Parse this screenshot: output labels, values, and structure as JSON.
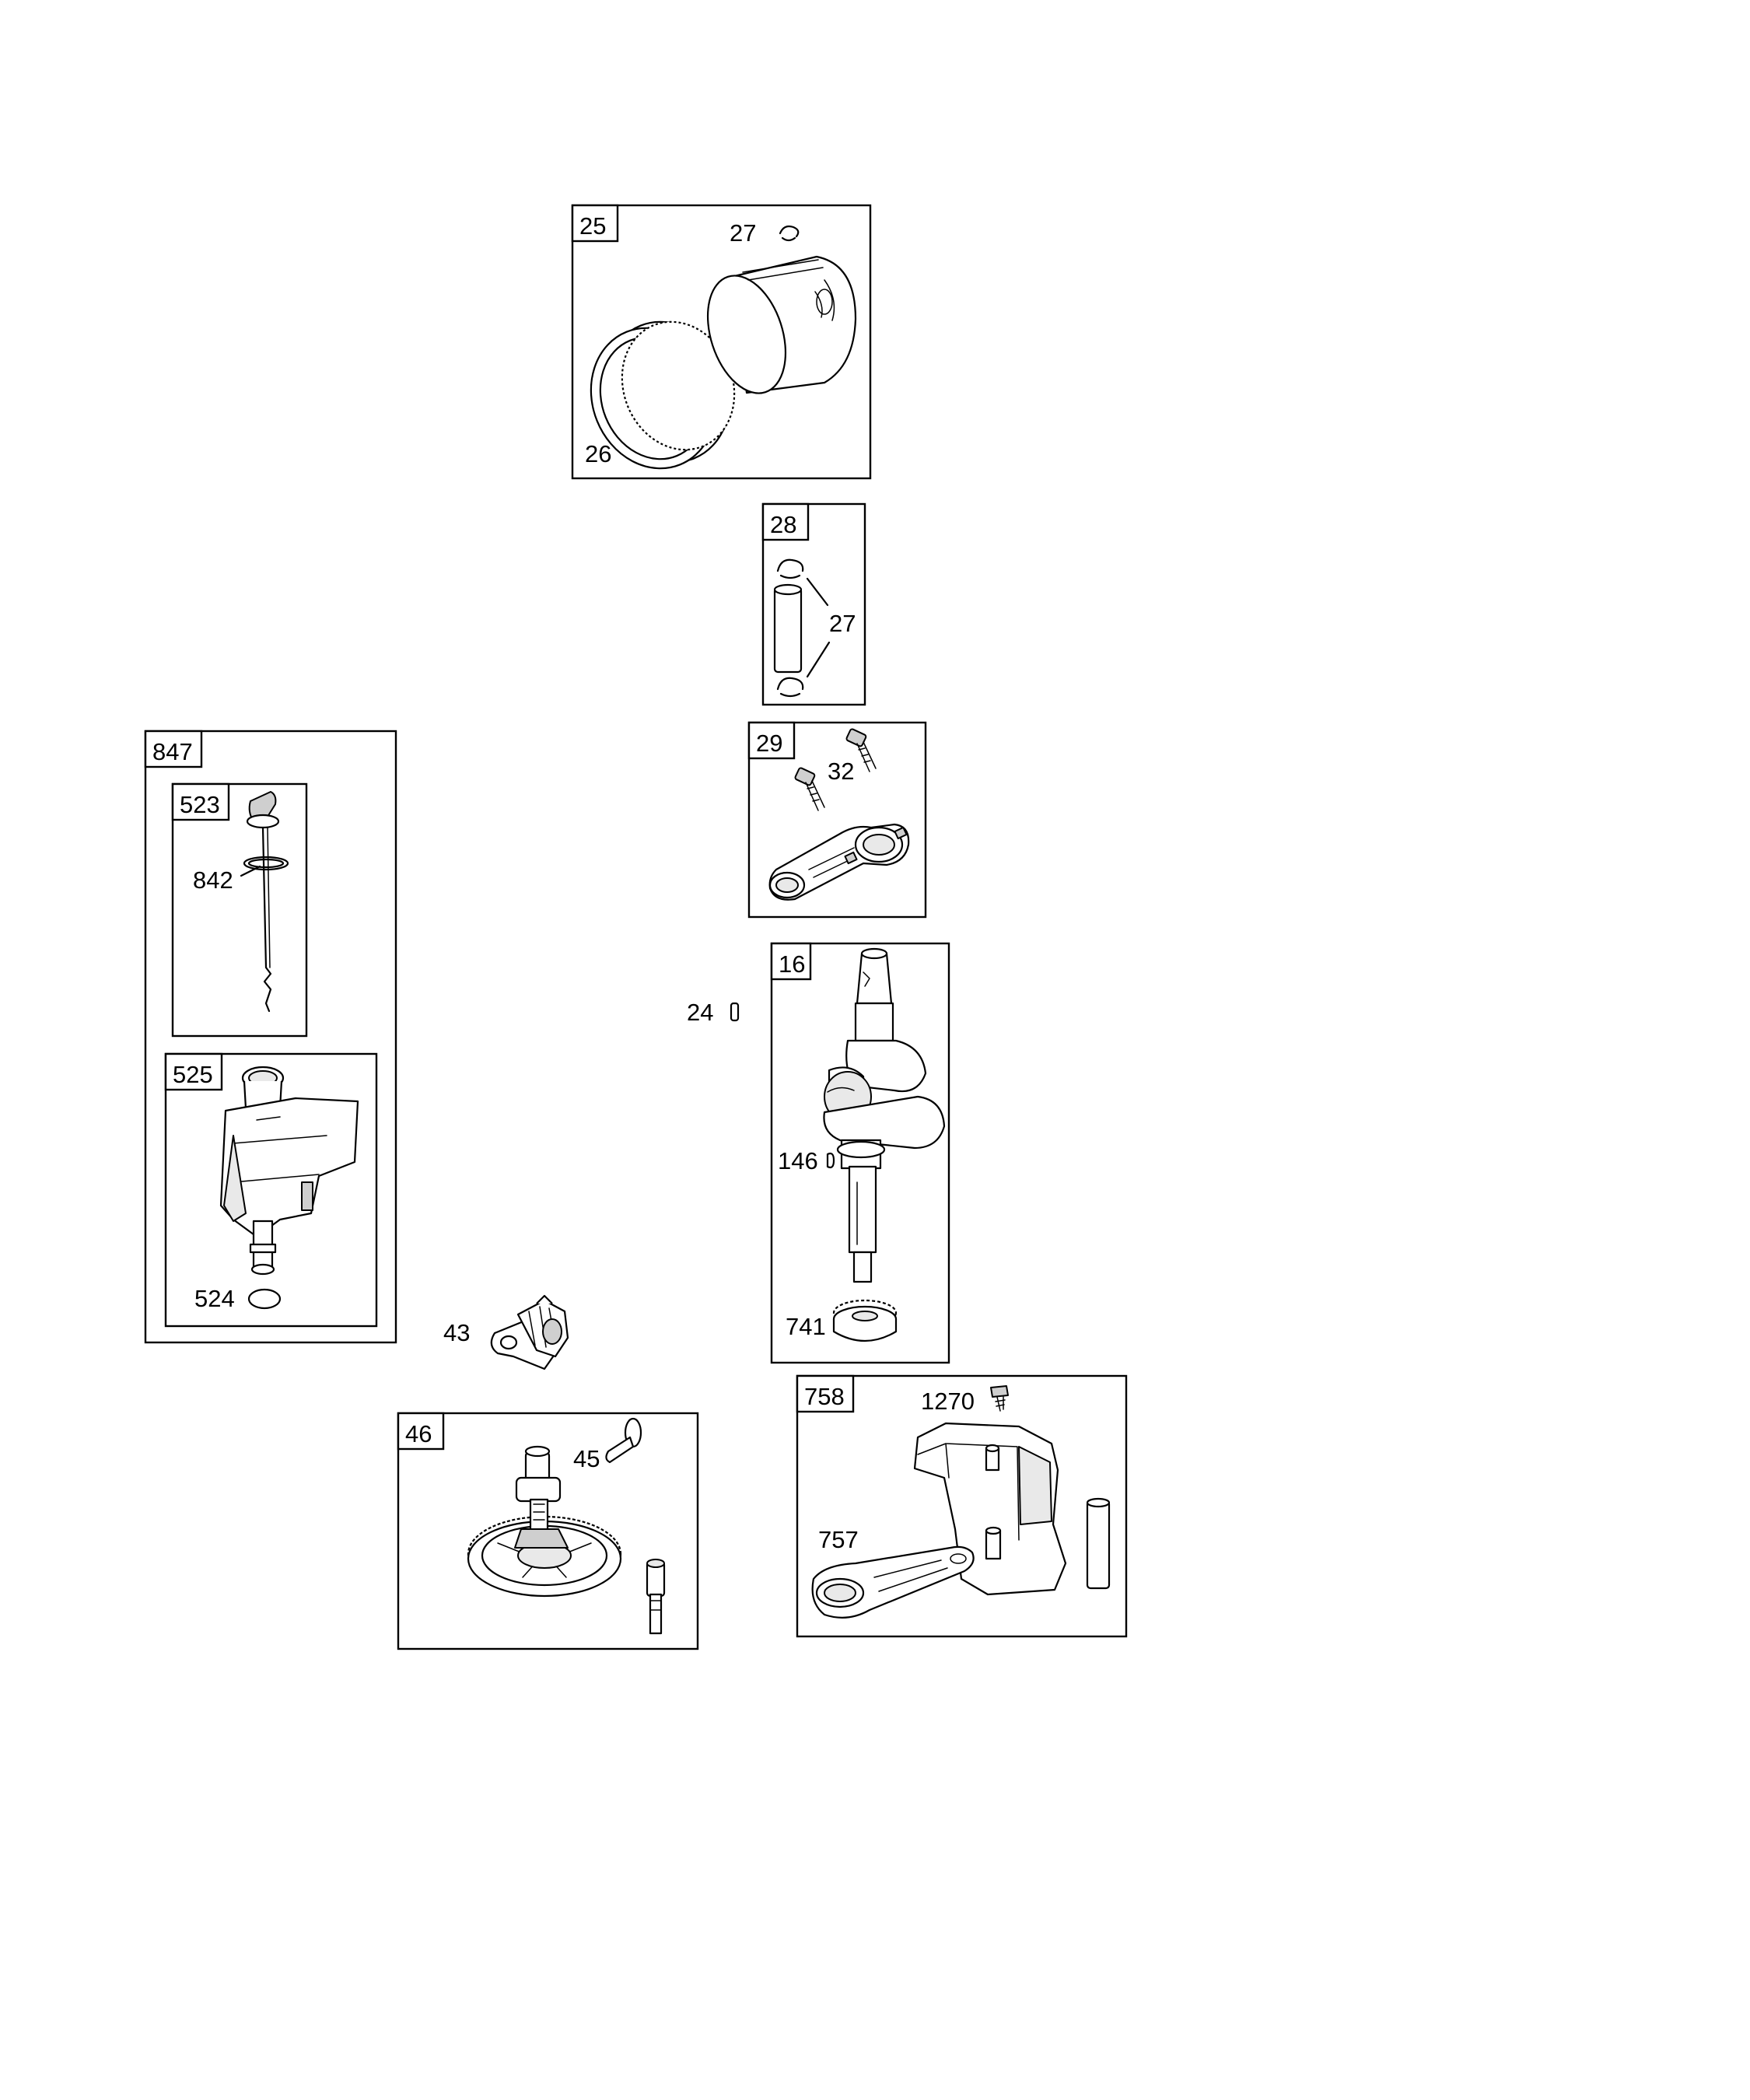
{
  "diagram": {
    "boxes": [
      {
        "id": "25",
        "label": "25"
      },
      {
        "id": "28",
        "label": "28"
      },
      {
        "id": "29",
        "label": "29"
      },
      {
        "id": "16",
        "label": "16"
      },
      {
        "id": "847",
        "label": "847"
      },
      {
        "id": "523",
        "label": "523"
      },
      {
        "id": "525",
        "label": "525"
      },
      {
        "id": "46",
        "label": "46"
      },
      {
        "id": "758",
        "label": "758"
      }
    ],
    "callouts": [
      {
        "id": "27a",
        "label": "27"
      },
      {
        "id": "26",
        "label": "26"
      },
      {
        "id": "27b",
        "label": "27"
      },
      {
        "id": "32",
        "label": "32"
      },
      {
        "id": "24",
        "label": "24"
      },
      {
        "id": "146",
        "label": "146"
      },
      {
        "id": "741",
        "label": "741"
      },
      {
        "id": "842",
        "label": "842"
      },
      {
        "id": "524",
        "label": "524"
      },
      {
        "id": "43",
        "label": "43"
      },
      {
        "id": "45",
        "label": "45"
      },
      {
        "id": "1270",
        "label": "1270"
      },
      {
        "id": "757",
        "label": "757"
      }
    ]
  }
}
